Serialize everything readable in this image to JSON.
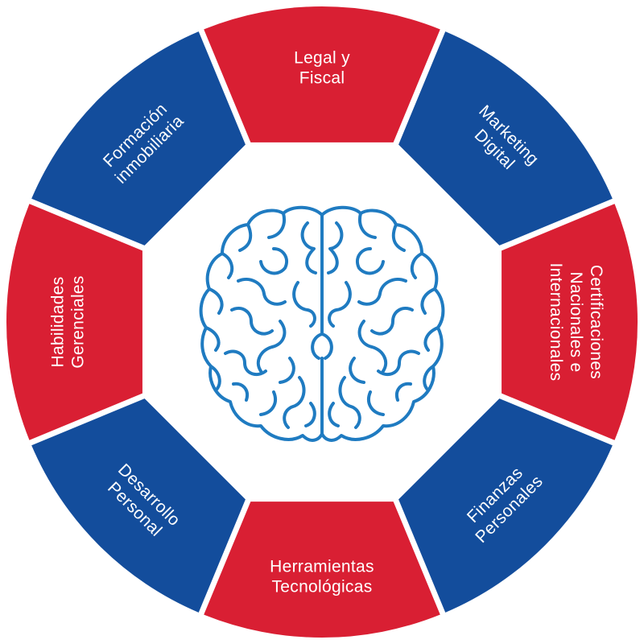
{
  "diagram": {
    "colors": {
      "red": "#D91F33",
      "blue": "#134D9C",
      "gap": "#ffffff",
      "brain": "#1F7BC1",
      "label": "#ffffff"
    },
    "center_icon": "brain-icon",
    "segments": [
      {
        "id": "legal-fiscal",
        "color": "red",
        "lines": [
          "Legal y",
          "Fiscal"
        ]
      },
      {
        "id": "marketing-digital",
        "color": "blue",
        "lines": [
          "Marketing",
          "Digital"
        ]
      },
      {
        "id": "certificaciones",
        "color": "red",
        "lines": [
          "Certificaciones",
          "Nacionales e",
          "Internacionales"
        ]
      },
      {
        "id": "finanzas-personales",
        "color": "blue",
        "lines": [
          "Finanzas",
          "Personales"
        ]
      },
      {
        "id": "herramientas-tecnologicas",
        "color": "red",
        "lines": [
          "Herramientas",
          "Tecnológicas"
        ]
      },
      {
        "id": "desarrollo-personal",
        "color": "blue",
        "lines": [
          "Desarrollo",
          "Personal"
        ]
      },
      {
        "id": "habilidades-gerenciales",
        "color": "red",
        "lines": [
          "Habilidades",
          "Gerenciales"
        ]
      },
      {
        "id": "formacion-inmobiliaria",
        "color": "blue",
        "lines": [
          "Formación",
          "inmobiliaria"
        ]
      }
    ]
  }
}
